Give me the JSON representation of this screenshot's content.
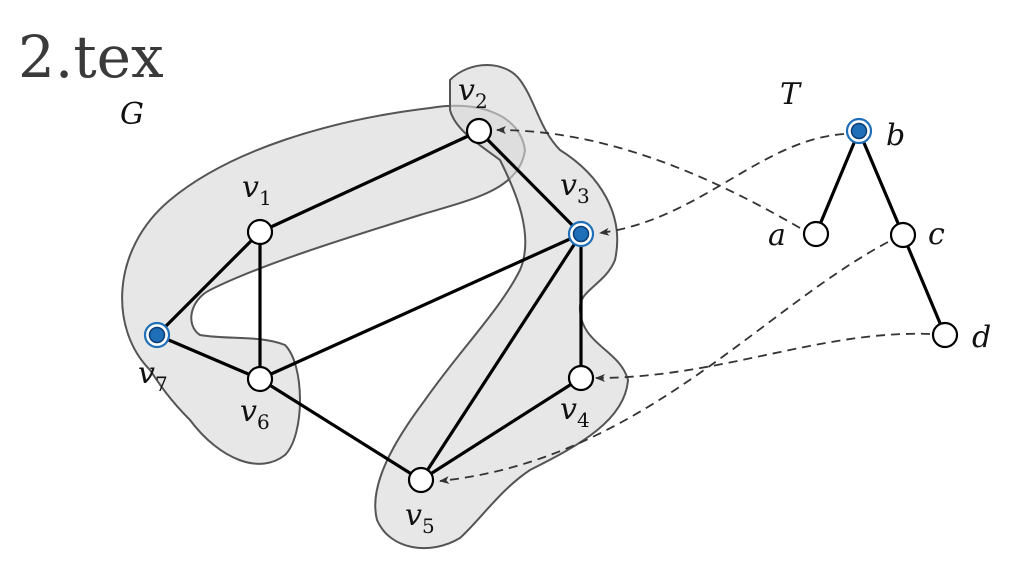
{
  "title": "2.tex",
  "graph": {
    "label": "G",
    "vertices": [
      {
        "id": "v1",
        "base": "v",
        "sub": "1",
        "highlight": false
      },
      {
        "id": "v2",
        "base": "v",
        "sub": "2",
        "highlight": false
      },
      {
        "id": "v3",
        "base": "v",
        "sub": "3",
        "highlight": true
      },
      {
        "id": "v4",
        "base": "v",
        "sub": "4",
        "highlight": false
      },
      {
        "id": "v5",
        "base": "v",
        "sub": "5",
        "highlight": false
      },
      {
        "id": "v6",
        "base": "v",
        "sub": "6",
        "highlight": false
      },
      {
        "id": "v7",
        "base": "v",
        "sub": "7",
        "highlight": true
      }
    ],
    "edges": [
      [
        "v1",
        "v2"
      ],
      [
        "v2",
        "v3"
      ],
      [
        "v1",
        "v7"
      ],
      [
        "v1",
        "v6"
      ],
      [
        "v7",
        "v6"
      ],
      [
        "v6",
        "v3"
      ],
      [
        "v6",
        "v5"
      ],
      [
        "v3",
        "v5"
      ],
      [
        "v3",
        "v4"
      ],
      [
        "v4",
        "v5"
      ]
    ]
  },
  "tree": {
    "label": "T",
    "nodes": [
      {
        "id": "b",
        "label": "b",
        "highlight": true
      },
      {
        "id": "a",
        "label": "a",
        "highlight": false
      },
      {
        "id": "c",
        "label": "c",
        "highlight": false
      },
      {
        "id": "d",
        "label": "d",
        "highlight": false
      }
    ],
    "edges": [
      [
        "b",
        "a"
      ],
      [
        "b",
        "c"
      ],
      [
        "c",
        "d"
      ]
    ]
  },
  "mappings": [
    {
      "from": "a",
      "to": "v2"
    },
    {
      "from": "b",
      "to": "v3"
    },
    {
      "from": "c",
      "to": "v5"
    },
    {
      "from": "d",
      "to": "v4"
    }
  ],
  "colors": {
    "highlight": "#1f6fb8",
    "region_fill": "#d9d9d9",
    "region_stroke": "#555555"
  }
}
